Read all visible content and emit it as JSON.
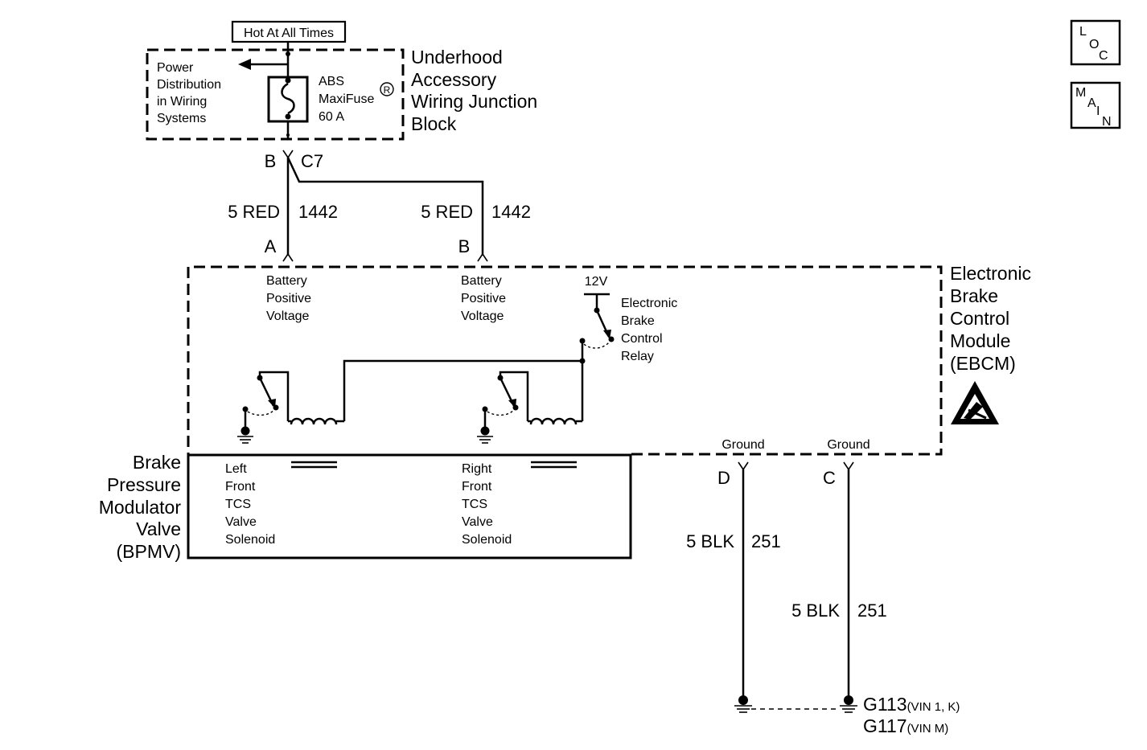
{
  "hot_label": "Hot At All Times",
  "fuse_block": {
    "power_dist": [
      "Power",
      "Distribution",
      "in Wiring",
      "Systems"
    ],
    "fuse": [
      "ABS",
      "MaxiFuse",
      "60 A"
    ],
    "fuse_reg": "R",
    "title": [
      "Underhood",
      "Accessory",
      "Wiring Junction",
      "Block"
    ],
    "conn_pin": "B",
    "conn_name": "C7"
  },
  "wires": {
    "w1_color": "5 RED",
    "w1_circuit": "1442",
    "w2_color": "5 RED",
    "w2_circuit": "1442",
    "w3_color": "5 BLK",
    "w3_circuit": "251",
    "w4_color": "5 BLK",
    "w4_circuit": "251"
  },
  "ebcm": {
    "pin_a": "A",
    "pin_b": "B",
    "pin_d": "D",
    "pin_c": "C",
    "batt1": [
      "Battery",
      "Positive",
      "Voltage"
    ],
    "batt2": [
      "Battery",
      "Positive",
      "Voltage"
    ],
    "relay_voltage": "12V",
    "relay": [
      "Electronic",
      "Brake",
      "Control",
      "Relay"
    ],
    "ground1": "Ground",
    "ground2": "Ground",
    "title": [
      "Electronic",
      "Brake",
      "Control",
      "Module",
      "(EBCM)"
    ]
  },
  "bpmv": {
    "title": [
      "Brake",
      "Pressure",
      "Modulator",
      "Valve",
      "(BPMV)"
    ],
    "left": [
      "Left",
      "Front",
      "TCS",
      "Valve",
      "Solenoid"
    ],
    "right": [
      "Right",
      "Front",
      "TCS",
      "Valve",
      "Solenoid"
    ]
  },
  "grounds": {
    "g1": "G113",
    "g1_note": "(VIN 1, K)",
    "g2": "G117",
    "g2_note": "(VIN M)"
  },
  "nav": {
    "loc": [
      "L",
      "O",
      "C"
    ],
    "main": [
      "M",
      "A",
      "I",
      "N"
    ]
  }
}
